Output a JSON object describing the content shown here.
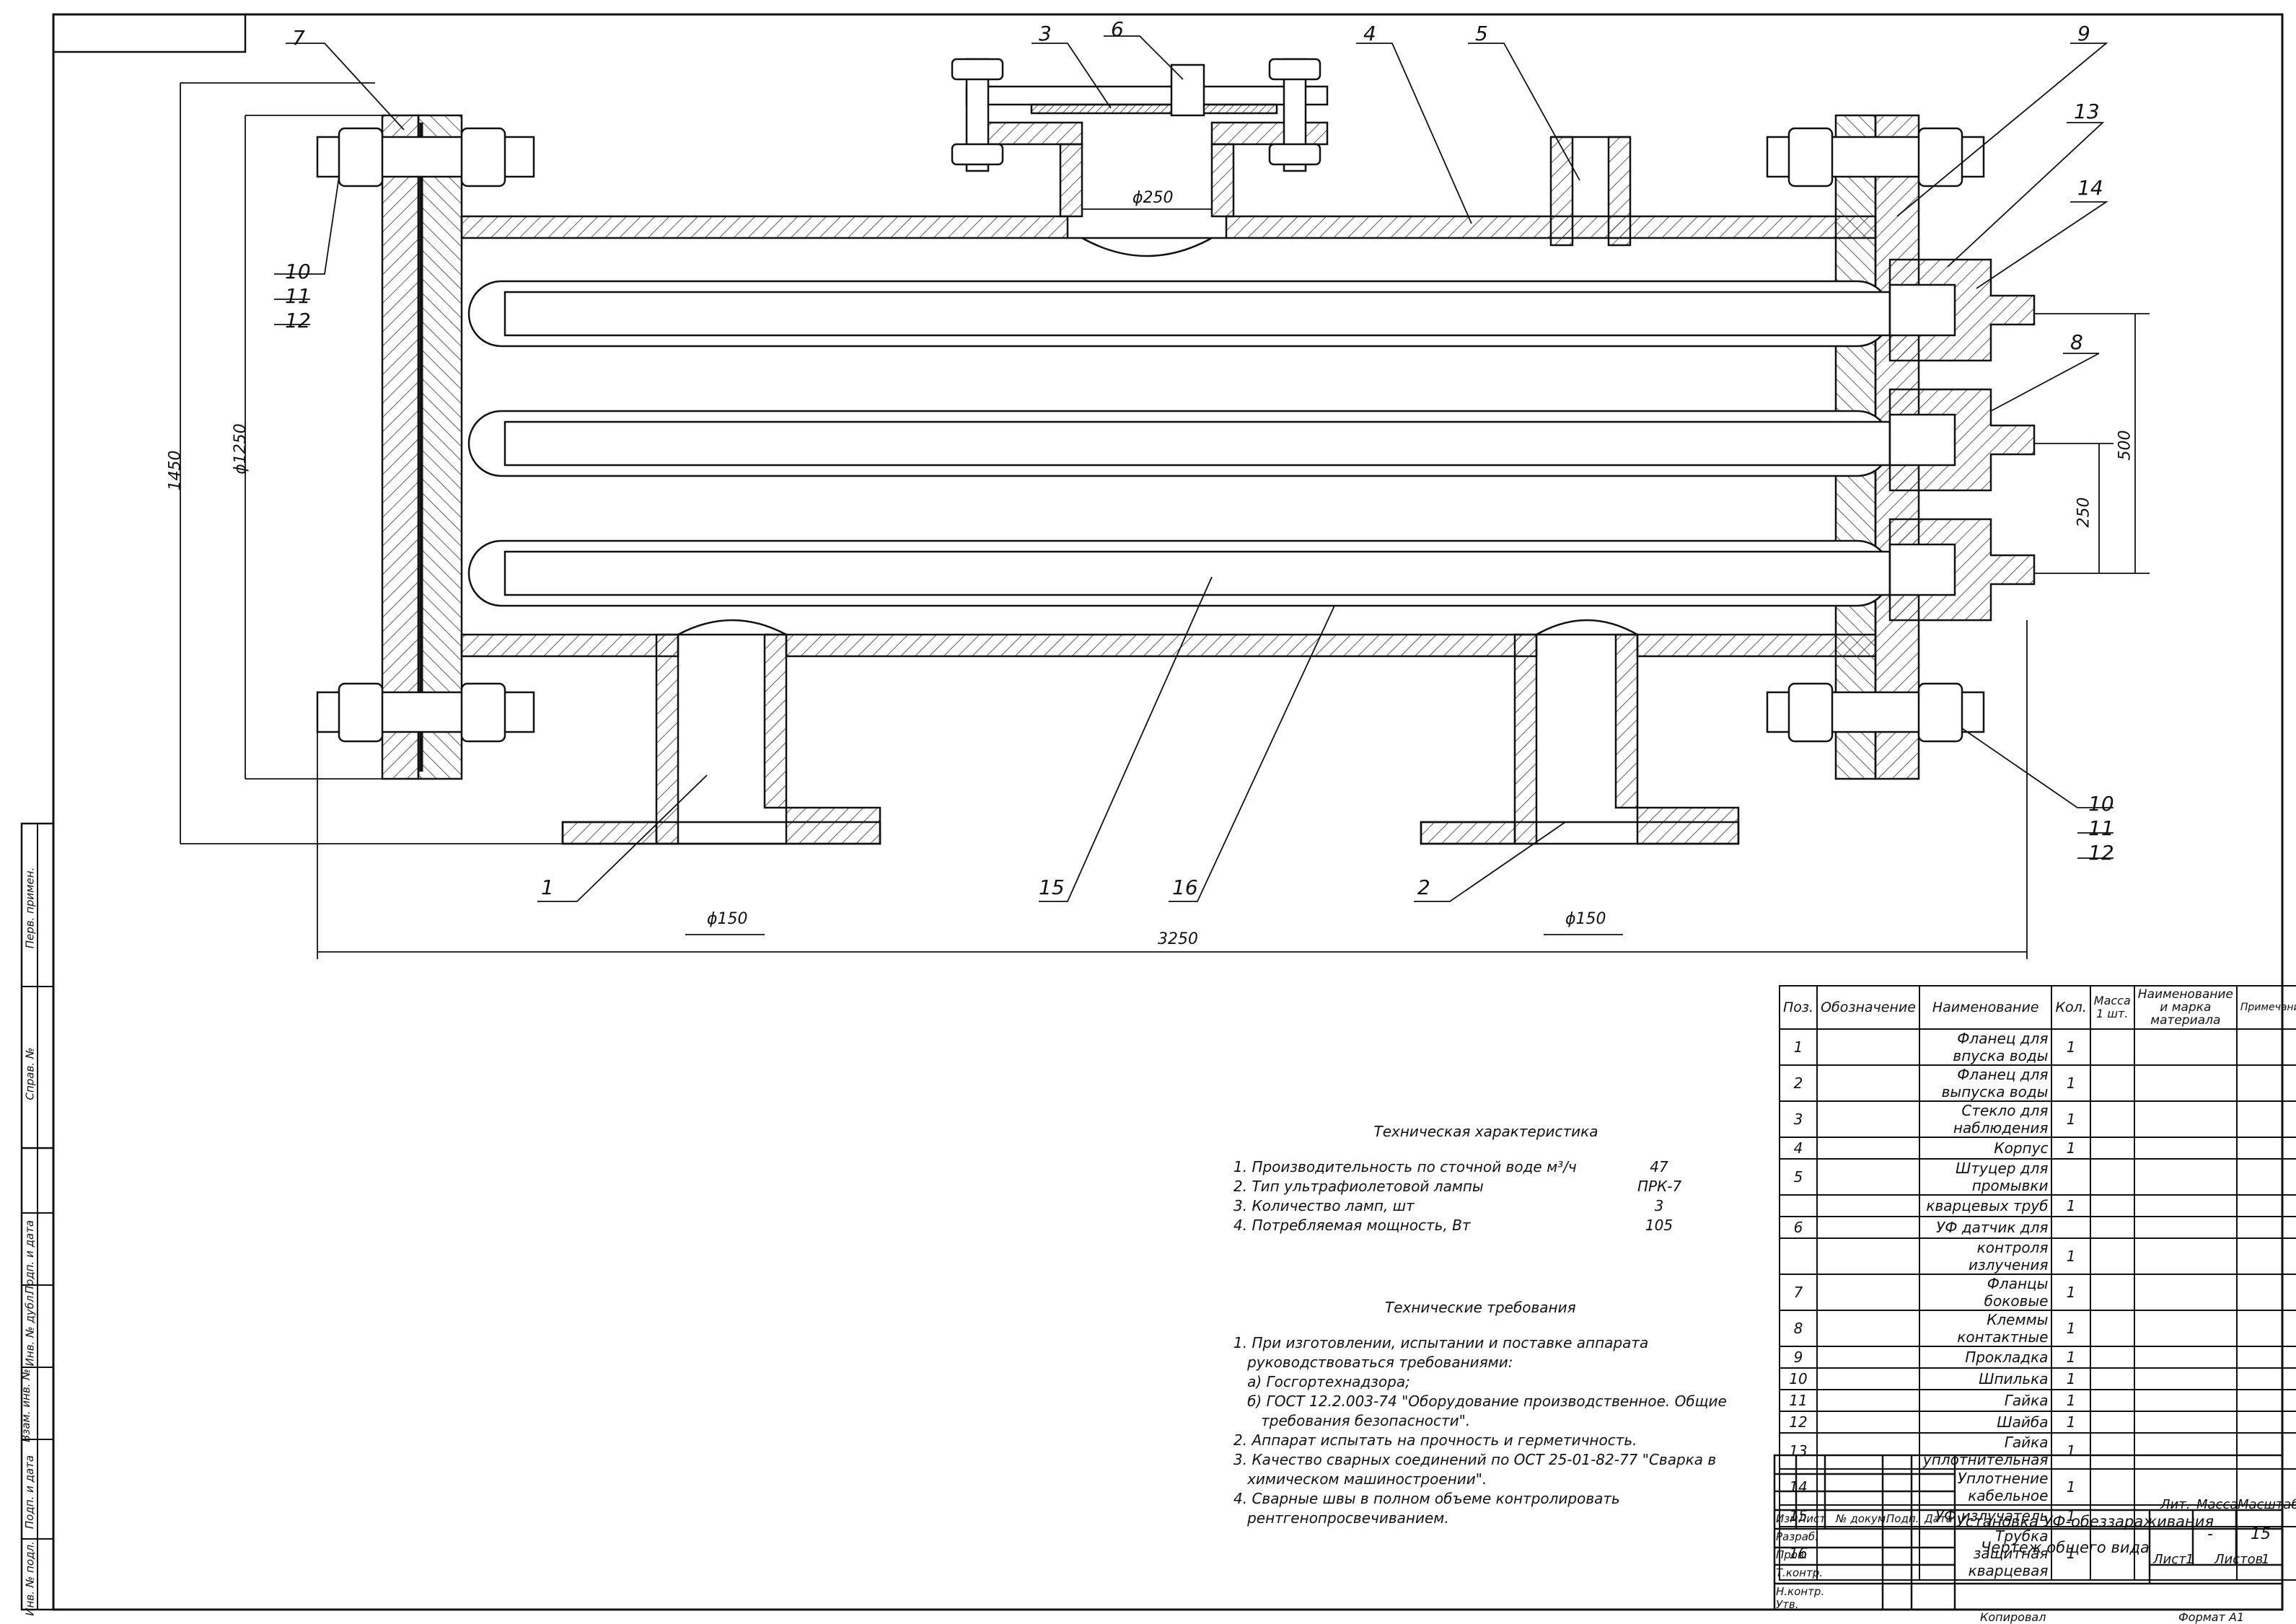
{
  "callouts": {
    "c1": "1",
    "c2": "2",
    "c3": "3",
    "c4": "4",
    "c5": "5",
    "c6": "6",
    "c7": "7",
    "c8": "8",
    "c9": "9",
    "c13": "13",
    "c14": "14",
    "c15": "15",
    "c16": "16",
    "c10a": "10",
    "c11a": "11",
    "c12a": "12",
    "c10b": "10",
    "c11b": "11",
    "c12b": "12"
  },
  "dimensions": {
    "top_port": "ϕ250",
    "height_total": "1450",
    "body_diameter": "ϕ1250",
    "inlet_diameter": "ϕ150",
    "outlet_diameter": "ϕ150",
    "length_total": "3250",
    "lamp_spacing_total": "500",
    "lamp_spacing": "250"
  },
  "tech_characteristics": {
    "title": "Техническая характеристика",
    "items": [
      {
        "label": "1. Производительность по сточной воде м³/ч",
        "value": "47"
      },
      {
        "label": "2. Тип ультрафиолетовой лампы",
        "value": "ПРК-7"
      },
      {
        "label": "3. Количество ламп, шт",
        "value": "3"
      },
      {
        "label": "4. Потребляемая мощность, Вт",
        "value": "105"
      }
    ]
  },
  "tech_requirements": {
    "title": "Технические требования",
    "lines": [
      "1. При изготовлении, испытании и поставке аппарата",
      "   руководствоваться требованиями:",
      "   а) Госгортехнадзора;",
      "   б) ГОСТ 12.2.003-74 \"Оборудование производственное. Общие",
      "      требования безопасности\".",
      "2. Аппарат испытать на прочность и герметичность.",
      "3. Качество сварных соединений по ОСТ 25-01-82-77 \"Сварка в",
      "   химическом машиностроении\".",
      "4. Сварные швы в полном объеме контролировать",
      "   рентгенопросвечиванием."
    ]
  },
  "spec_table": {
    "headers": {
      "pos": "Поз.",
      "designation": "Обозначение",
      "name": "Наименование",
      "qty": "Кол.",
      "mass": "Масса 1 шт.",
      "material": "Наименование и марка материала",
      "note": "Примечание"
    },
    "rows": [
      {
        "pos": "1",
        "name": "Фланец для впуска воды",
        "qty": "1"
      },
      {
        "pos": "2",
        "name": "Фланец для выпуска воды",
        "qty": "1"
      },
      {
        "pos": "3",
        "name": "Стекло для наблюдения",
        "qty": "1"
      },
      {
        "pos": "4",
        "name": "Корпус",
        "qty": "1"
      },
      {
        "pos": "5",
        "name": "Штуцер для промывки",
        "qty": ""
      },
      {
        "pos": "",
        "name": "кварцевых труб",
        "qty": "1"
      },
      {
        "pos": "6",
        "name": "УФ датчик для",
        "qty": ""
      },
      {
        "pos": "",
        "name": "контроля излучения",
        "qty": "1"
      },
      {
        "pos": "7",
        "name": "Фланцы боковые",
        "qty": "1"
      },
      {
        "pos": "8",
        "name": "Клеммы контактные",
        "qty": "1"
      },
      {
        "pos": "9",
        "name": "Прокладка",
        "qty": "1"
      },
      {
        "pos": "10",
        "name": "Шпилька",
        "qty": "1"
      },
      {
        "pos": "11",
        "name": "Гайка",
        "qty": "1"
      },
      {
        "pos": "12",
        "name": "Шайба",
        "qty": "1"
      },
      {
        "pos": "13",
        "name": "Гайка уплотнительная",
        "qty": "1"
      },
      {
        "pos": "14",
        "name": "Уплотнение кабельное",
        "qty": "1"
      },
      {
        "pos": "15",
        "name": "УФ излучатель",
        "qty": "1"
      },
      {
        "pos": "16",
        "name": "Трубка защитная кварцевая",
        "qty": "1"
      }
    ]
  },
  "title_block": {
    "col_izm": "Изм.",
    "col_list": "Лист",
    "col_doc": "№ докум.",
    "col_sign": "Подп.",
    "col_date": "Дата",
    "role_razrab": "Разраб.",
    "role_prov": "Пров.",
    "role_tkontr": "Т.контр.",
    "role_nkontr": "Н.контр.",
    "role_utv": "Утв.",
    "title_line1": "Установка УФ-обеззараживания",
    "title_line2": "Чертеж общего вида",
    "lit": "Лит.",
    "mass": "Масса",
    "scale": "Масштаб",
    "mass_value": "-",
    "scale_value": "15",
    "sheet": "Лист",
    "sheet_num": "1",
    "sheets": "Листов",
    "sheets_num": "1",
    "copied": "Копировал",
    "format": "Формат",
    "format_value": "А1"
  },
  "side_stamp": {
    "perv_primen": "Перв. примен.",
    "sprav": "Справ. №",
    "podp_data1": "Подп. и дата",
    "inv_dubl": "Инв. № дубл.",
    "vzam_inv": "Взам. инв. №",
    "podp_data2": "Подп. и дата",
    "inv_podl": "Инв. № подл."
  }
}
